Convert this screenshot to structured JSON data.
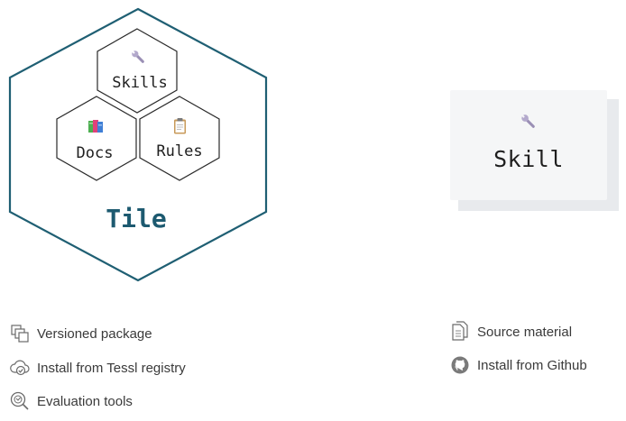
{
  "tile": {
    "title": "Tile",
    "skills_label": "Skills",
    "docs_label": "Docs",
    "rules_label": "Rules",
    "outline_color": "#1f5f73",
    "title_color": "#1d5a70"
  },
  "skill_card": {
    "title": "Skill"
  },
  "tile_features": [
    {
      "icon": "versioned-package-icon",
      "text": "Versioned package"
    },
    {
      "icon": "cloud-install-icon",
      "text": "Install from Tessl registry"
    },
    {
      "icon": "evaluation-search-icon",
      "text": "Evaluation tools"
    }
  ],
  "skill_features": [
    {
      "icon": "documents-icon",
      "text": "Source material"
    },
    {
      "icon": "github-icon",
      "text": "Install from Github"
    }
  ]
}
